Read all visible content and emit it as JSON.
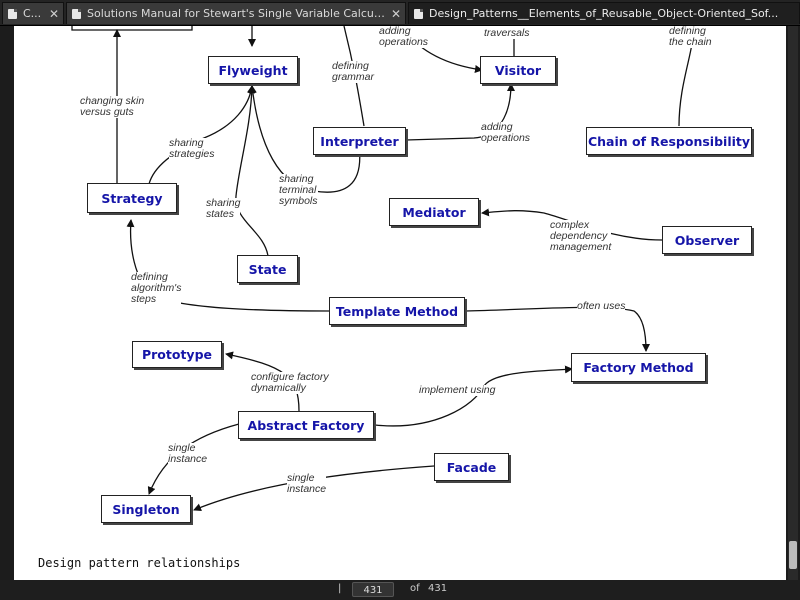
{
  "tabs": [
    {
      "label": "C...",
      "active": false
    },
    {
      "label": "Solutions Manual for Stewart's Single Variable Calcul...",
      "active": false
    },
    {
      "label": "Design_Patterns__Elements_of_Reusable_Object-Oriented_Sof...",
      "active": true
    }
  ],
  "diagram": {
    "nodes": {
      "flyweight": "Flyweight",
      "visitor": "Visitor",
      "interpreter": "Interpreter",
      "chain": "Chain of Responsibility",
      "strategy": "Strategy",
      "mediator": "Mediator",
      "observer": "Observer",
      "state": "State",
      "template_method": "Template Method",
      "prototype": "Prototype",
      "factory_method": "Factory Method",
      "abstract_factory": "Abstract Factory",
      "facade": "Facade",
      "singleton": "Singleton"
    },
    "edge_labels": {
      "adding_operations_top": "adding\noperations",
      "traversals": "traversals",
      "defining_chain": "defining\nthe chain",
      "defining_grammar": "defining\ngrammar",
      "changing_skin": "changing skin\nversus guts",
      "sharing_strategies": "sharing\nstrategies",
      "adding_operations_mid": "adding\noperations",
      "sharing_terminal": "sharing\nterminal\nsymbols",
      "sharing_states": "sharing\nstates",
      "complex_dependency": "complex\ndependency\nmanagement",
      "defining_algorithm": "defining\nalgorithm's\nsteps",
      "often_uses": "often uses",
      "configure_factory": "configure factory\ndynamically",
      "implement_using": "implement using",
      "single_instance_left": "single\ninstance",
      "single_instance_right": "single\ninstance"
    },
    "caption": "Design pattern relationships"
  },
  "statusbar": {
    "current_page": "431",
    "of_label": "of",
    "total_pages": "431"
  }
}
